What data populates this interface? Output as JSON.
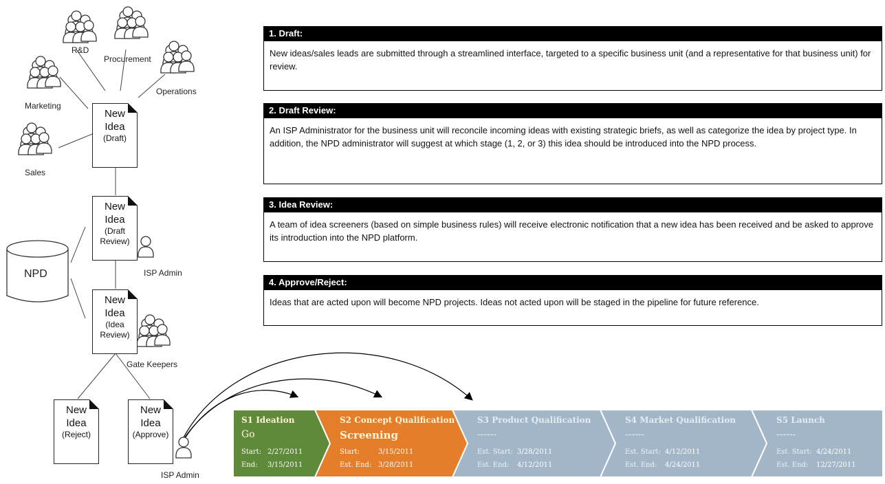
{
  "steps": [
    {
      "title": "1. Draft:",
      "body": "New ideas/sales leads are submitted through a streamlined interface, targeted to a specific business unit (and a representative for that business unit) for review."
    },
    {
      "title": "2. Draft Review:",
      "body": "An ISP Administrator for the business unit will reconcile incoming ideas with existing strategic briefs, as well as categorize the idea by project type.  In addition, the NPD administrator will suggest at which stage (1, 2, or 3) this idea should be introduced into the NPD process."
    },
    {
      "title": "3. Idea Review:",
      "body": "A team of idea screeners (based on simple business rules) will receive electronic notification that a new idea has been received and be asked to approve its introduction into the NPD platform."
    },
    {
      "title": "4. Approve/Reject:",
      "body": "Ideas that are acted upon will become NPD projects.  Ideas not acted upon will be staged in the pipeline for future reference."
    }
  ],
  "groups": {
    "rd": "R&D",
    "procurement": "Procurement",
    "operations": "Operations",
    "marketing": "Marketing",
    "sales": "Sales",
    "isp_admin": "ISP Admin",
    "gate_keepers": "Gate Keepers",
    "isp_admin_2": "ISP Admin"
  },
  "npd_label": "NPD",
  "docs": {
    "draft": {
      "l1": "New",
      "l2": "Idea",
      "l3": "(Draft)"
    },
    "draft_review": {
      "l1": "New",
      "l2": "Idea",
      "l3": "(Draft",
      "l4": "Review)"
    },
    "idea_review": {
      "l1": "New",
      "l2": "Idea",
      "l3": "(Idea",
      "l4": "Review)"
    },
    "reject": {
      "l1": "New",
      "l2": "Idea",
      "l3": "(Reject)"
    },
    "approve": {
      "l1": "New",
      "l2": "Idea",
      "l3": "(Approve)"
    }
  },
  "stages": [
    {
      "code": "S1 Ideation",
      "status": "Go",
      "start_label": "Start:",
      "start": "2/27/2011",
      "end_label": "End:",
      "end": "3/15/2011",
      "color": "#5f8a3a"
    },
    {
      "code": "S2 Concept Qualification",
      "status": "Screening",
      "start_label": "Start:",
      "start": "3/15/2011",
      "end_label": "Est. End:",
      "end": "3/28/2011",
      "color": "#e57e2b"
    },
    {
      "code": "S3 Product Qualification",
      "status": "------",
      "start_label": "Est. Start:",
      "start": "3/28/2011",
      "end_label": "Est. End:",
      "end": "4/12/2011",
      "color": "#a3b6c8"
    },
    {
      "code": "S4 Market Qualification",
      "status": "------",
      "start_label": "Est. Start:",
      "start": "4/12/2011",
      "end_label": "Est. End:",
      "end": "4/24/2011",
      "color": "#a3b6c8"
    },
    {
      "code": "S5 Launch",
      "status": "------",
      "start_label": "Est. Start:",
      "start": "4/24/2011",
      "end_label": "Est. End:",
      "end": "12/27/2011",
      "color": "#a3b6c8"
    }
  ]
}
